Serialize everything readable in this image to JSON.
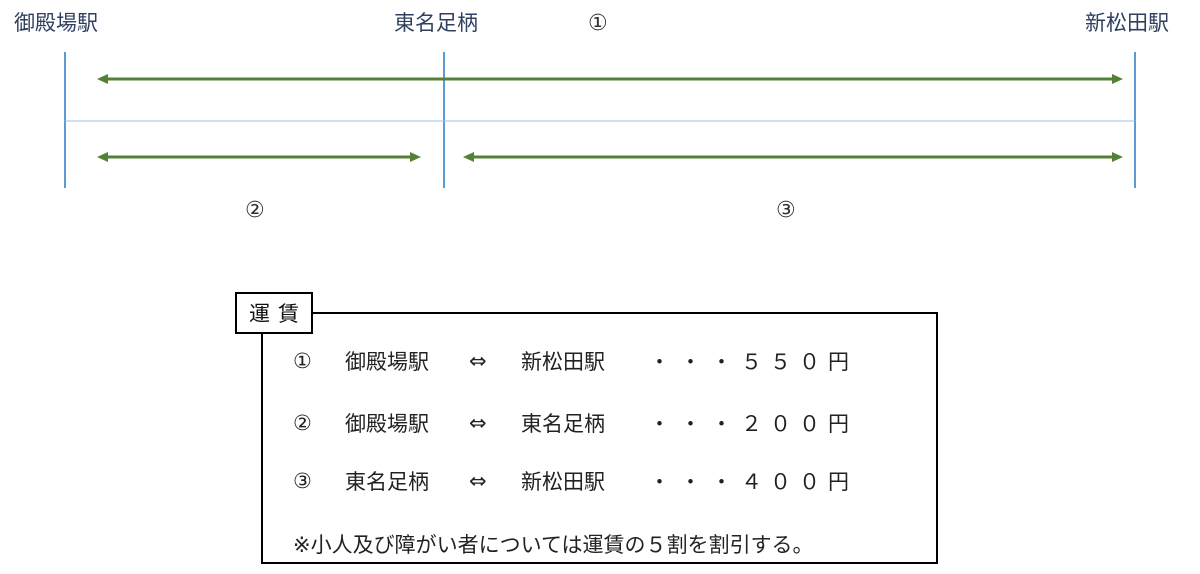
{
  "stations": {
    "left": "御殿場駅",
    "middle": "東名足柄",
    "right": "新松田駅"
  },
  "routes": {
    "route1": "①",
    "route2": "②",
    "route3": "③"
  },
  "colors": {
    "station_line": "#5b9bd5",
    "track_line": "#9dc3e6",
    "arrow": "#538135",
    "station_text": "#2f3f60"
  },
  "fare": {
    "title": "運賃",
    "rows": [
      {
        "num": "①",
        "from": "御殿場駅",
        "arrow": "⇔",
        "to": "新松田駅",
        "dots": "・・・",
        "price": "５５０円"
      },
      {
        "num": "②",
        "from": "御殿場駅",
        "arrow": "⇔",
        "to": "東名足柄",
        "dots": "・・・",
        "price": "２００円"
      },
      {
        "num": "③",
        "from": "東名足柄",
        "arrow": "⇔",
        "to": "新松田駅",
        "dots": "・・・",
        "price": "４００円"
      }
    ],
    "note": "※小人及び障がい者については運賃の５割を割引する。"
  }
}
